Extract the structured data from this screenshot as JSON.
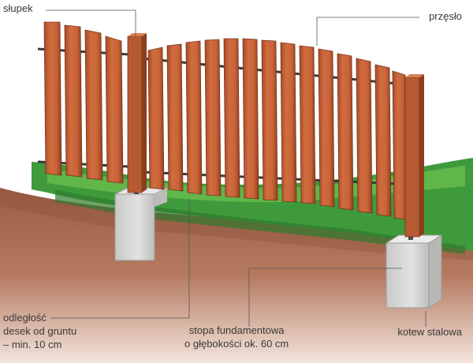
{
  "labels": {
    "post": "słupek",
    "span": "przęsło",
    "clearance": [
      "odległość",
      "desek od gruntu",
      "– min. 10 cm"
    ],
    "footing": [
      "stopa fundamentowa",
      "o głębokości ok. 60 cm"
    ],
    "anchor": "kotew stalowa"
  },
  "colors": {
    "board": "#c8643a",
    "board_dark": "#9d4426",
    "board_light": "#e08a5c",
    "soil": "#b0735a",
    "soil_dark": "#8c4f3a",
    "grass": "#3f9a3c",
    "grass_light": "#6cbf4e",
    "concrete": "#d4d4d2",
    "rail": "#3a3a3a",
    "leader": "#555555"
  },
  "fence": {
    "left_span_boards": 4,
    "right_span_boards": 14
  }
}
